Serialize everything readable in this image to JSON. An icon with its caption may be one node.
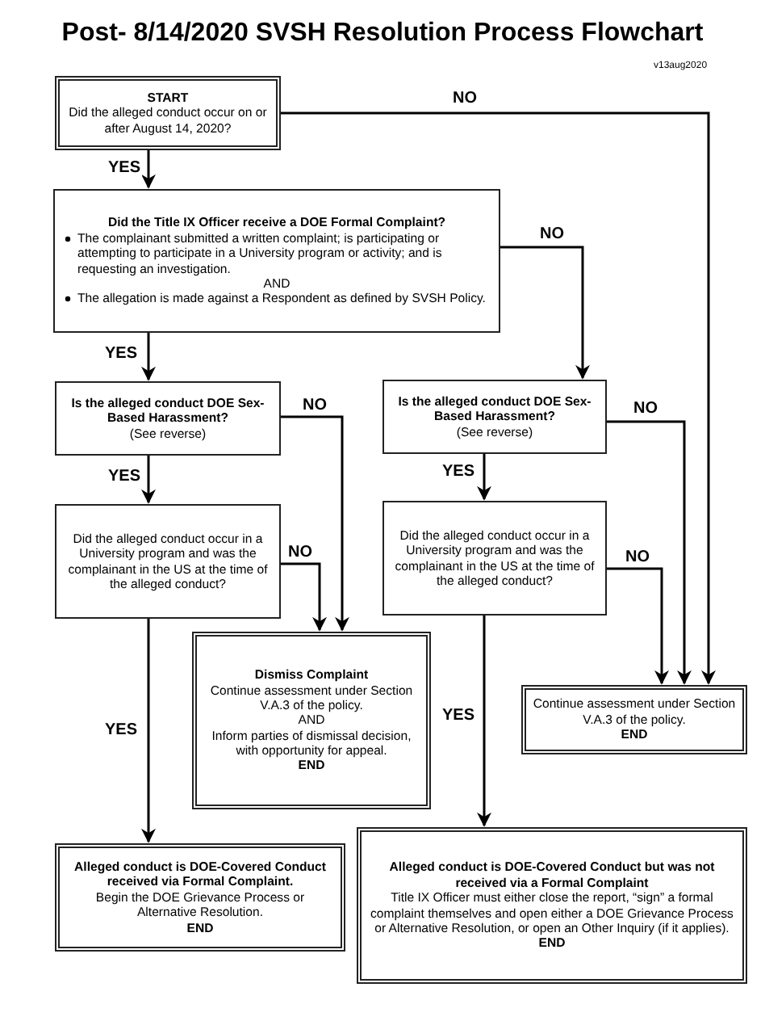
{
  "diagram": {
    "title": "Post- 8/14/2020 SVSH Resolution Process Flowchart",
    "nodes": [
      {
        "text": [
          "START",
          "Did the alleged conduct occur on or after August 14, 2020?"
        ]
      },
      {
        "text": [
          "Did the Title IX Officer receive a DOE Formal Complaint?",
          "The complainant submitted a written complaint; is participating or attempting to participate in a University program or activity; and is requesting an investigation.",
          "AND",
          "The allegation is made against a Respondent as defined by SVSH Policy."
        ]
      },
      {
        "text": [
          "Is the alleged conduct DOE Sex-Based Harassment?",
          "(See reverse)"
        ]
      },
      {
        "text": [
          "Is the alleged conduct DOE Sex-Based Harassment?",
          "(See reverse)"
        ]
      },
      {
        "text": [
          "Did the alleged conduct occur in a University program and was the complainant in the US at the time of the alleged conduct?"
        ]
      },
      {
        "text": [
          "Did the alleged conduct occur in a University program and was the complainant in the US at the time of the alleged conduct?"
        ]
      },
      {
        "text": [
          "Dismiss Complaint",
          "Continue assessment under Section V.A.3 of the policy.",
          "AND",
          "Inform parties of dismissal decision, with opportunity for appeal.",
          "END"
        ]
      },
      {
        "text": [
          "Continue assessment under Section V.A.3 of the policy.",
          "END"
        ]
      },
      {
        "text": [
          "Alleged conduct is DOE-Covered Conduct received via Formal Complaint.",
          "Begin the DOE Grievance Process or Alternative Resolution.",
          "END"
        ]
      },
      {
        "text": [
          "Alleged conduct is DOE-Covered Conduct but was not received via a Formal Complaint",
          "Title IX Officer must either close the report, “sign” a formal complaint themselves and open either a DOE Grievance Process or Alternative Resolution, or open an Other Inquiry (if it applies).",
          "END"
        ]
      }
    ],
    "edges": [
      {
        "from": 0,
        "to": 1,
        "arrow": "to",
        "label": "YES"
      },
      {
        "from": 0,
        "to": 7,
        "arrow": "to",
        "label": "NO"
      },
      {
        "from": 1,
        "to": 2,
        "arrow": "to",
        "label": "YES"
      },
      {
        "from": 1,
        "to": 3,
        "arrow": "to",
        "label": "NO"
      },
      {
        "from": 2,
        "to": 4,
        "arrow": "to",
        "label": "YES"
      },
      {
        "from": 2,
        "to": 6,
        "arrow": "to",
        "label": "NO"
      },
      {
        "from": 3,
        "to": 5,
        "arrow": "to",
        "label": "YES"
      },
      {
        "from": 3,
        "to": 7,
        "arrow": "to",
        "label": "NO"
      },
      {
        "from": 4,
        "to": 6,
        "arrow": "to",
        "label": "NO"
      },
      {
        "from": 4,
        "to": 8,
        "arrow": "to",
        "label": "YES"
      },
      {
        "from": 5,
        "to": 9,
        "arrow": "to",
        "label": "YES"
      },
      {
        "from": 5,
        "to": 7,
        "arrow": "to",
        "label": "NO"
      }
    ],
    "labels": [
      "v13aug2020"
    ]
  }
}
